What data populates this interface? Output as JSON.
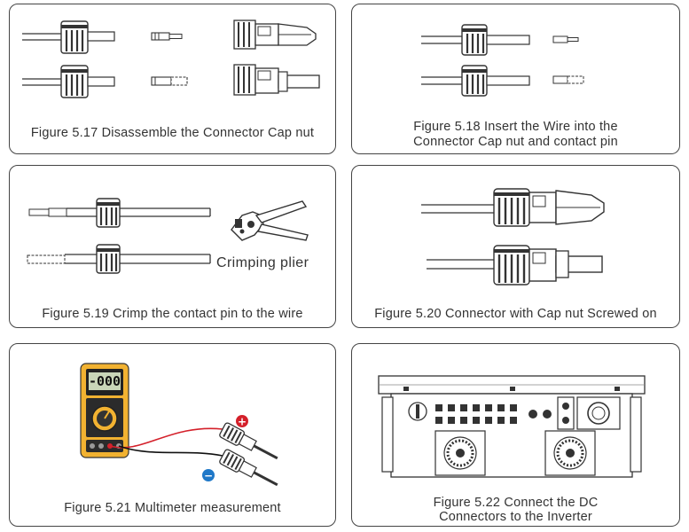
{
  "figures": [
    {
      "id": "5.17",
      "caption": "Figure 5.17 Disassemble the Connector Cap nut"
    },
    {
      "id": "5.18",
      "caption_line1": "Figure 5.18 Insert the Wire into the",
      "caption_line2": "Connector Cap nut and contact pin"
    },
    {
      "id": "5.19",
      "caption": "Figure 5.19 Crimp the contact pin to the wire",
      "tool_label": "Crimping plier"
    },
    {
      "id": "5.20",
      "caption": "Figure 5.20 Connector with Cap nut Screwed on"
    },
    {
      "id": "5.21",
      "caption": "Figure 5.21 Multimeter measurement",
      "display": "-000",
      "plus_symbol": "+",
      "minus_symbol": "−"
    },
    {
      "id": "5.22",
      "caption_line1": "Figure 5.22 Connect the DC",
      "caption_line2": "Connectors to the Inverter"
    }
  ],
  "colors": {
    "border": "#444444",
    "text": "#333333",
    "multimeter": "#f2b231",
    "positive": "#d4202a",
    "negative": "#1f78c8"
  }
}
